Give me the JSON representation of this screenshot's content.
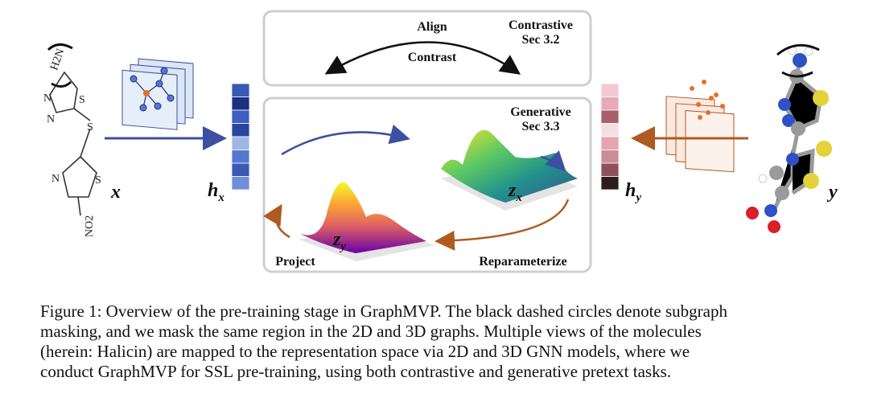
{
  "contrastive_box": {
    "title_line1": "Contrastive",
    "title_line2": "Sec 3.2",
    "align_label": "Align",
    "contrast_label": "Contrast"
  },
  "generative_box": {
    "title_line1": "Generative",
    "title_line2": "Sec 3.3",
    "project_label": "Project",
    "reparameterize_label": "Reparameterize",
    "zx_base": "z",
    "zx_sub": "x",
    "zy_base": "z",
    "zy_sub": "y"
  },
  "left_side": {
    "molecule_label": "x",
    "rep_base": "h",
    "rep_sub": "x",
    "atoms": [
      "H2N",
      "N",
      "N",
      "S",
      "S",
      "S",
      "N",
      "NO2"
    ],
    "rep_colors": [
      "#3a59b5",
      "#1d2f7e",
      "#3d5fc2",
      "#2a44a0",
      "#9fb8e3",
      "#5677cf",
      "#3a59b5",
      "#6f8fda"
    ]
  },
  "right_side": {
    "molecule_label": "y",
    "rep_base": "h",
    "rep_sub": "y",
    "rep_colors": [
      "#f2c9d2",
      "#e8a9b8",
      "#a8606e",
      "#f6dde2",
      "#e6a3b2",
      "#c98d99",
      "#8f4f5d",
      "#2e1d1f"
    ]
  },
  "colors": {
    "left_arrow": "#3d4fa0",
    "right_arrow": "#b05a22",
    "box_border": "#cfcfcf"
  },
  "caption": {
    "line1": "Figure 1: Overview of the pre-training stage in GraphMVP. The black dashed circles denote subgraph",
    "line2": "masking, and we mask the same region in the 2D and 3D graphs. Multiple views of the molecules",
    "line3": "(herein: Halicin) are mapped to the representation space via 2D and 3D GNN models, where we",
    "line4": "conduct GraphMVP for SSL pre-training, using both contrastive and generative pretext tasks."
  }
}
